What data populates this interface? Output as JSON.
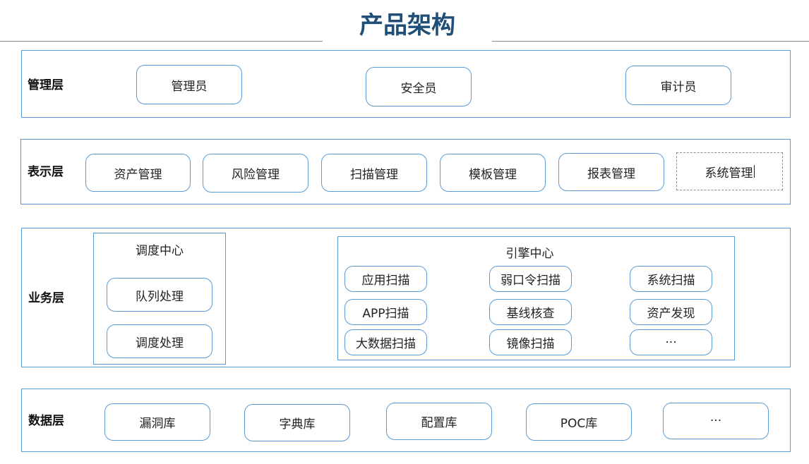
{
  "title": "产品架构",
  "layers": {
    "management": {
      "label": "管理层",
      "roles": [
        "管理员",
        "安全员",
        "审计员"
      ]
    },
    "presentation": {
      "label": "表示层",
      "items": [
        "资产管理",
        "风险管理",
        "扫描管理",
        "模板管理",
        "报表管理",
        "系统管理"
      ]
    },
    "business": {
      "label": "业务层",
      "dispatch_center": {
        "title": "调度中心",
        "items": [
          "队列处理",
          "调度处理"
        ]
      },
      "engine_center": {
        "title": "引擎中心",
        "items": [
          "应用扫描",
          "弱口令扫描",
          "系统扫描",
          "APP扫描",
          "基线核查",
          "资产发现",
          "大数据扫描",
          "镜像扫描",
          "···"
        ]
      }
    },
    "data": {
      "label": "数据层",
      "items": [
        "漏洞库",
        "字典库",
        "配置库",
        "POC库",
        "···"
      ]
    }
  }
}
